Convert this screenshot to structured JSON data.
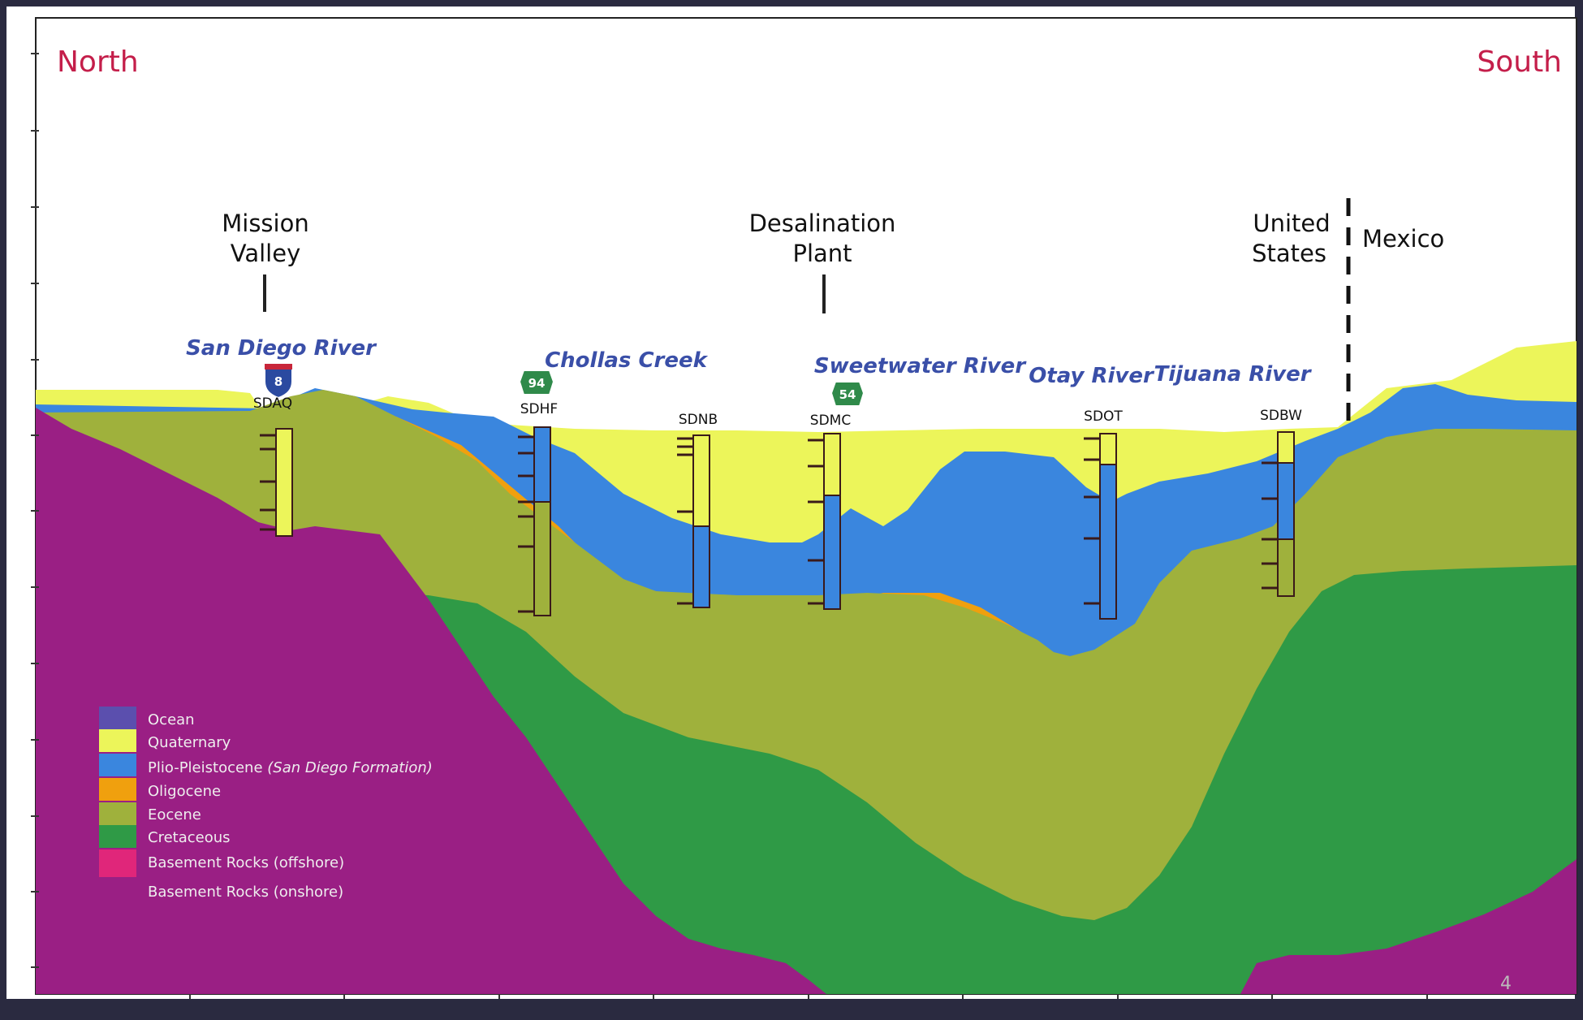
{
  "directions": {
    "north": "North",
    "south": "South"
  },
  "locations": {
    "mission_valley": [
      "Mission",
      "Valley"
    ],
    "desalination_plant": [
      "Desalination",
      "Plant"
    ],
    "united_states": [
      "United",
      "States"
    ],
    "mexico": "Mexico"
  },
  "rivers": {
    "san_diego": "San Diego River",
    "chollas": "Chollas Creek",
    "sweetwater": "Sweetwater River",
    "otay": "Otay River",
    "tijuana": "Tijuana River"
  },
  "highway_shields": {
    "interstate": "8",
    "route_94": "94",
    "route_54": "54"
  },
  "wells": {
    "sdaq": "SDAQ",
    "sdhf": "SDHF",
    "sdnb": "SDNB",
    "sdmc": "SDMC",
    "sdot": "SDOT",
    "sdbw": "SDBW"
  },
  "legend": [
    {
      "label": "Ocean",
      "color": "#5b4fae"
    },
    {
      "label": "Quaternary",
      "color": "#ecf55a"
    },
    {
      "label": "Plio-Pleistocene ",
      "label_italic": "(San Diego Formation)",
      "color": "#3a86de"
    },
    {
      "label": "Oligocene",
      "color": "#f0a00e"
    },
    {
      "label": "Eocene",
      "color": "#9fb13c"
    },
    {
      "label": "Cretaceous",
      "color": "#2f9a46"
    },
    {
      "label": "Basement Rocks (offshore)",
      "color": "#e0267a"
    },
    {
      "label": "Basement Rocks (onshore)",
      "color": "#9a1f84"
    }
  ],
  "page_number": "4"
}
